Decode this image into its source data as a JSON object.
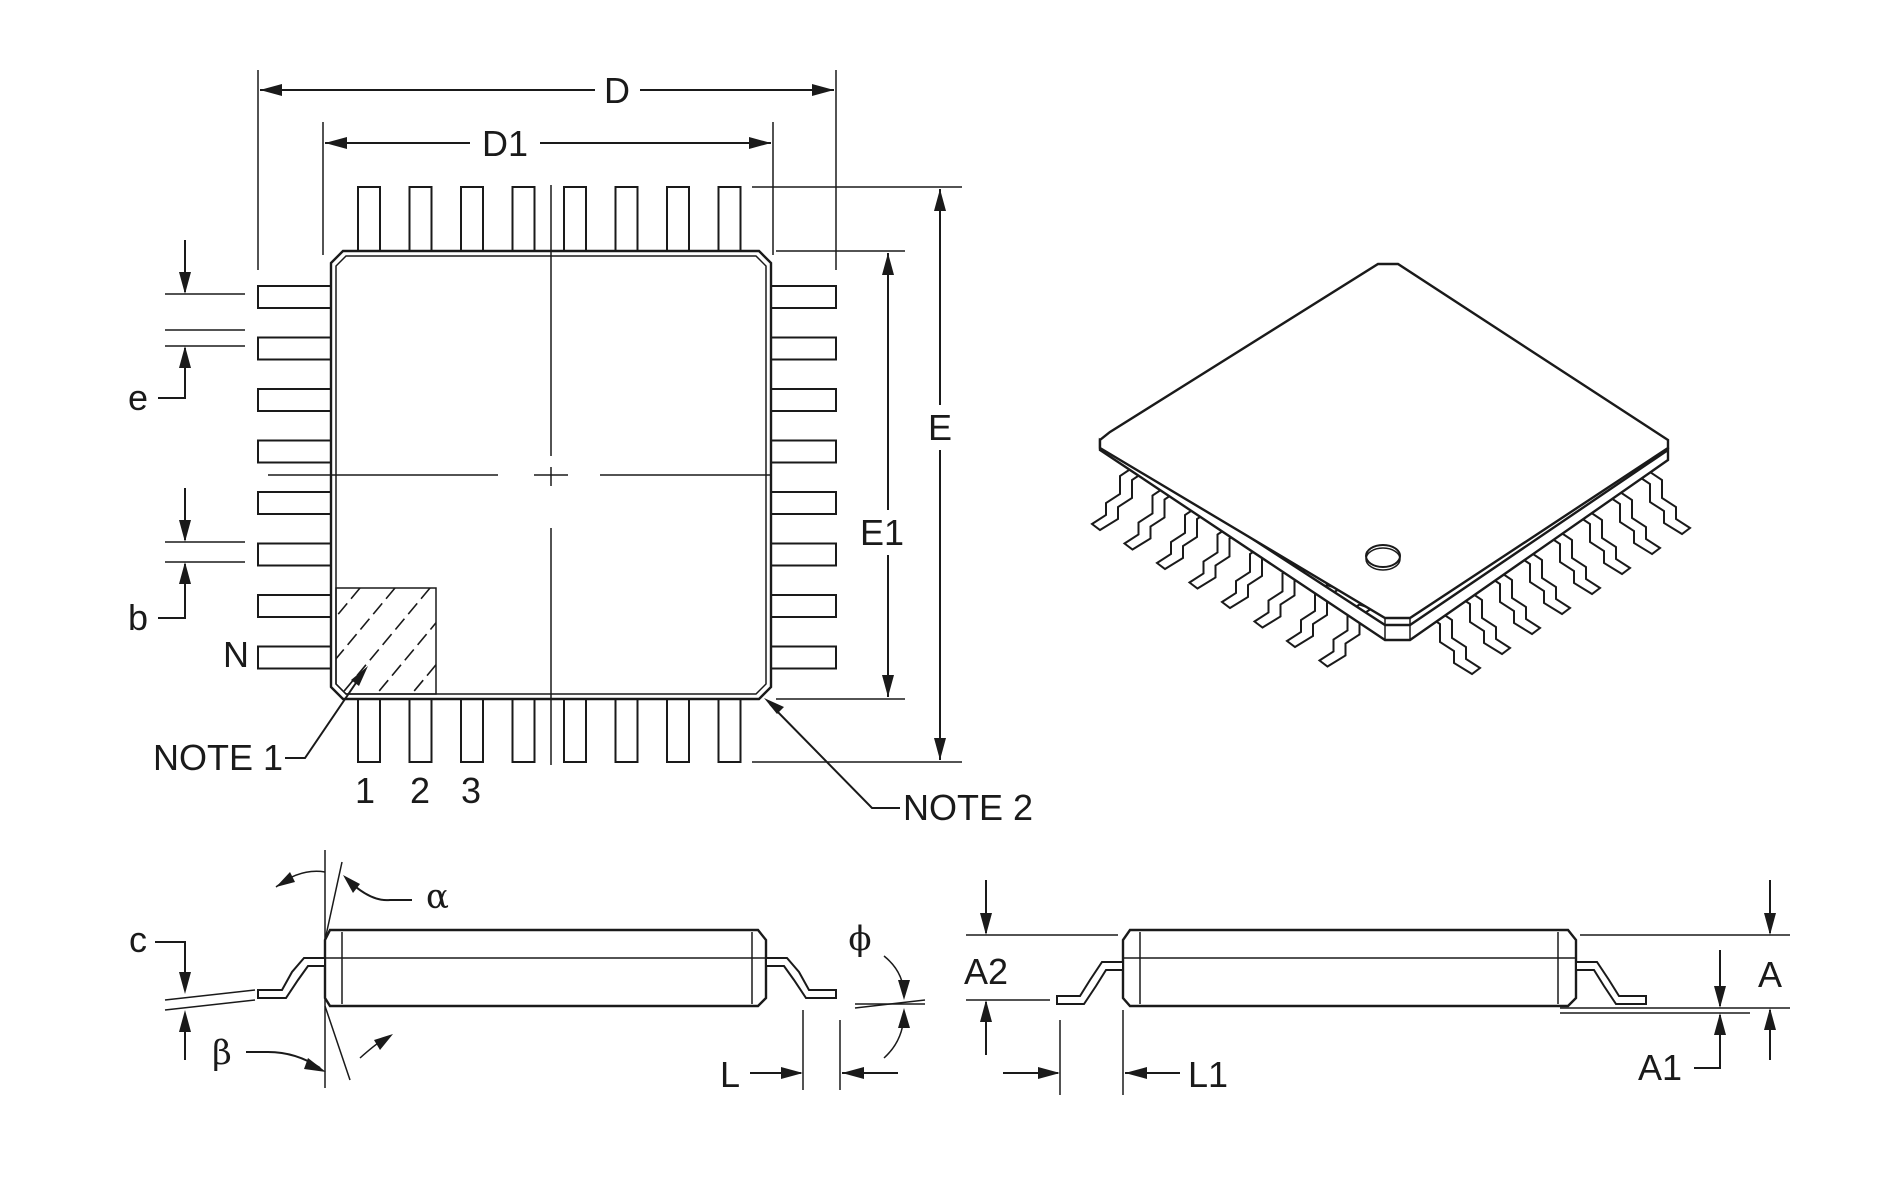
{
  "labels": {
    "D": "D",
    "D1": "D1",
    "E": "E",
    "E1": "E1",
    "e": "e",
    "b": "b",
    "N": "N",
    "note1": "NOTE 1",
    "note2": "NOTE 2",
    "pin1": "1",
    "pin2": "2",
    "pin3": "3",
    "alpha": "α",
    "beta": "β",
    "phi": "ϕ",
    "c": "c",
    "L": "L",
    "L1": "L1",
    "A": "A",
    "A1": "A1",
    "A2": "A2"
  },
  "package": {
    "leads_per_side": 8
  }
}
